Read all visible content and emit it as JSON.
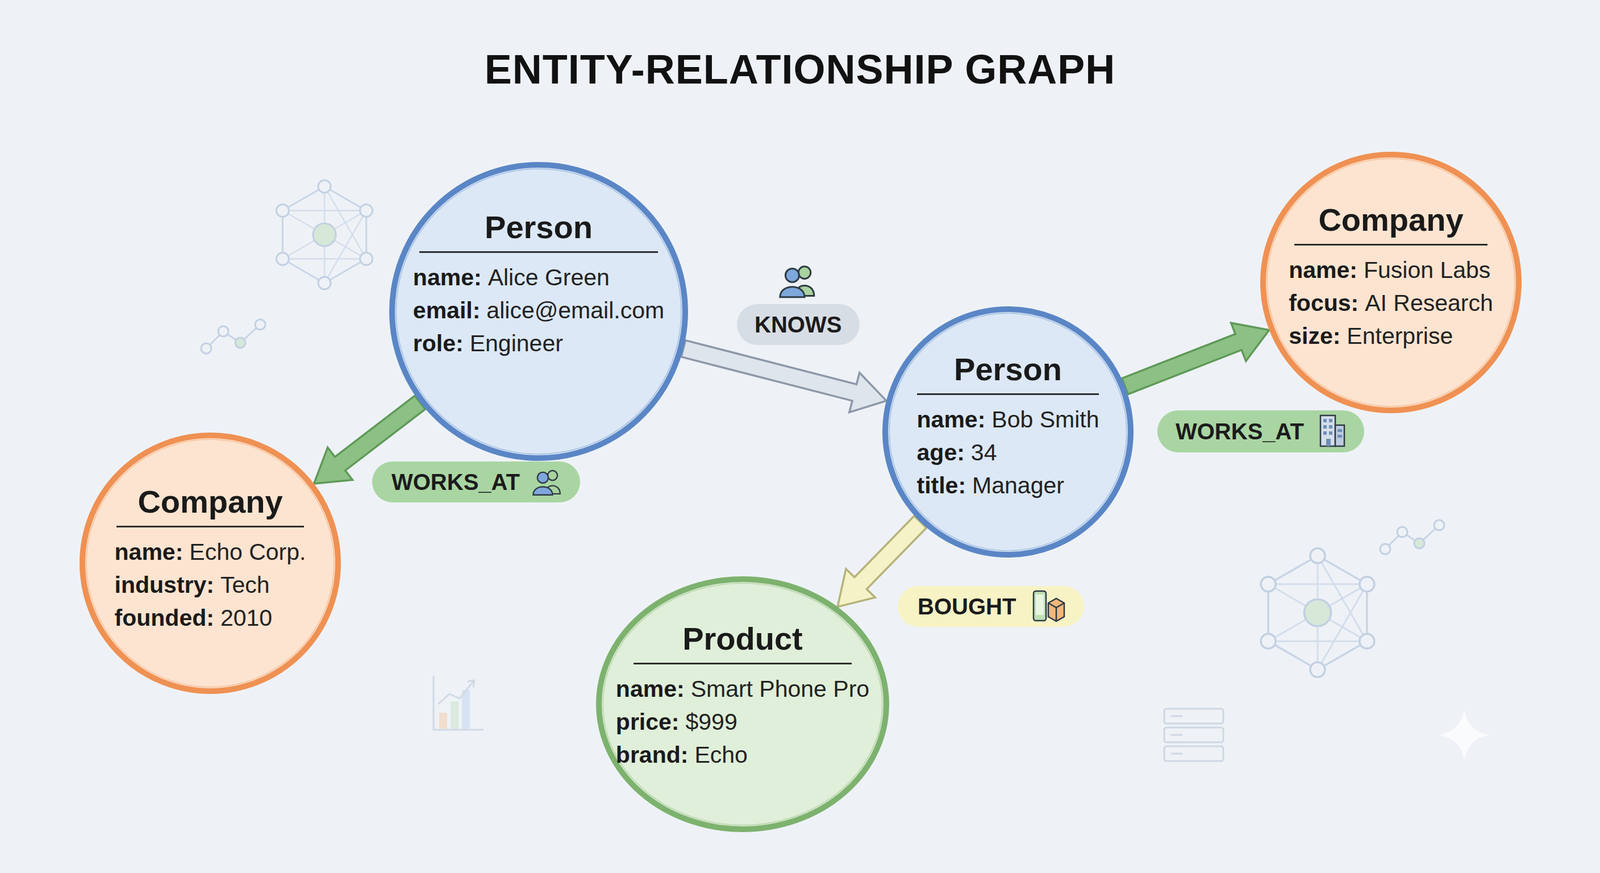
{
  "diagram": {
    "title": "ENTITY-RELATIONSHIP GRAPH",
    "nodes": [
      {
        "text": [
          "Person",
          "name:",
          "Alice Green",
          "email:",
          "alice@email.com",
          "role:",
          "Engineer"
        ]
      },
      {
        "text": [
          "Company",
          "name:",
          "Echo Corp.",
          "industry:",
          "Tech",
          "founded:",
          "2010"
        ]
      },
      {
        "text": [
          "Person",
          "name:",
          "Bob Smith",
          "age:",
          "34",
          "title:",
          "Manager"
        ]
      },
      {
        "text": [
          "Company",
          "name:",
          "Fusion Labs",
          "focus:",
          "AI Research",
          "size:",
          "Enterprise"
        ]
      },
      {
        "text": [
          "Product",
          "name:",
          "Smart Phone Pro",
          "price:",
          "$999",
          "brand:",
          "Echo"
        ]
      }
    ],
    "edges": [
      {
        "from": 0,
        "to": 1,
        "label": "WORKS_AT",
        "arrow": "to"
      },
      {
        "from": 0,
        "to": 2,
        "label": "KNOWS",
        "arrow": "to"
      },
      {
        "from": 2,
        "to": 3,
        "label": "WORKS_AT",
        "arrow": "to"
      },
      {
        "from": 2,
        "to": 4,
        "label": "BOUGHT",
        "arrow": "to"
      }
    ]
  }
}
